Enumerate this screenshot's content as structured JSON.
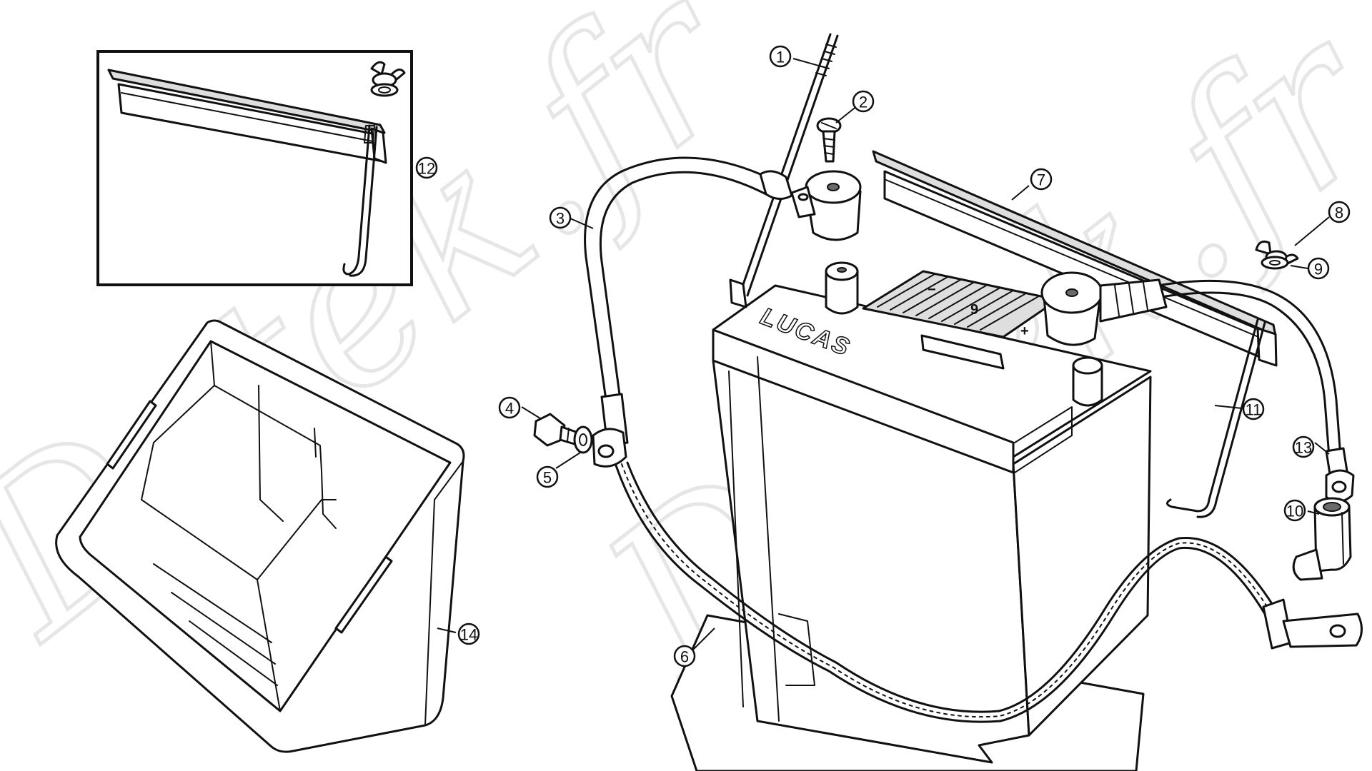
{
  "watermark": {
    "left": "Datek.fr",
    "right": "Datek.fr"
  },
  "battery": {
    "brand": "LUCAS",
    "terminal_negative": "−",
    "terminal_positive": "+",
    "cell_label": "9"
  },
  "callouts": [
    {
      "label": "1"
    },
    {
      "label": "2"
    },
    {
      "label": "3"
    },
    {
      "label": "4"
    },
    {
      "label": "5"
    },
    {
      "label": "6"
    },
    {
      "label": "7"
    },
    {
      "label": "8"
    },
    {
      "label": "9"
    },
    {
      "label": "10"
    },
    {
      "label": "11"
    },
    {
      "label": "12"
    },
    {
      "label": "13"
    },
    {
      "label": "14"
    }
  ],
  "colors": {
    "ink": "#111111",
    "watermark": "#e6e6e6",
    "background": "#ffffff"
  }
}
